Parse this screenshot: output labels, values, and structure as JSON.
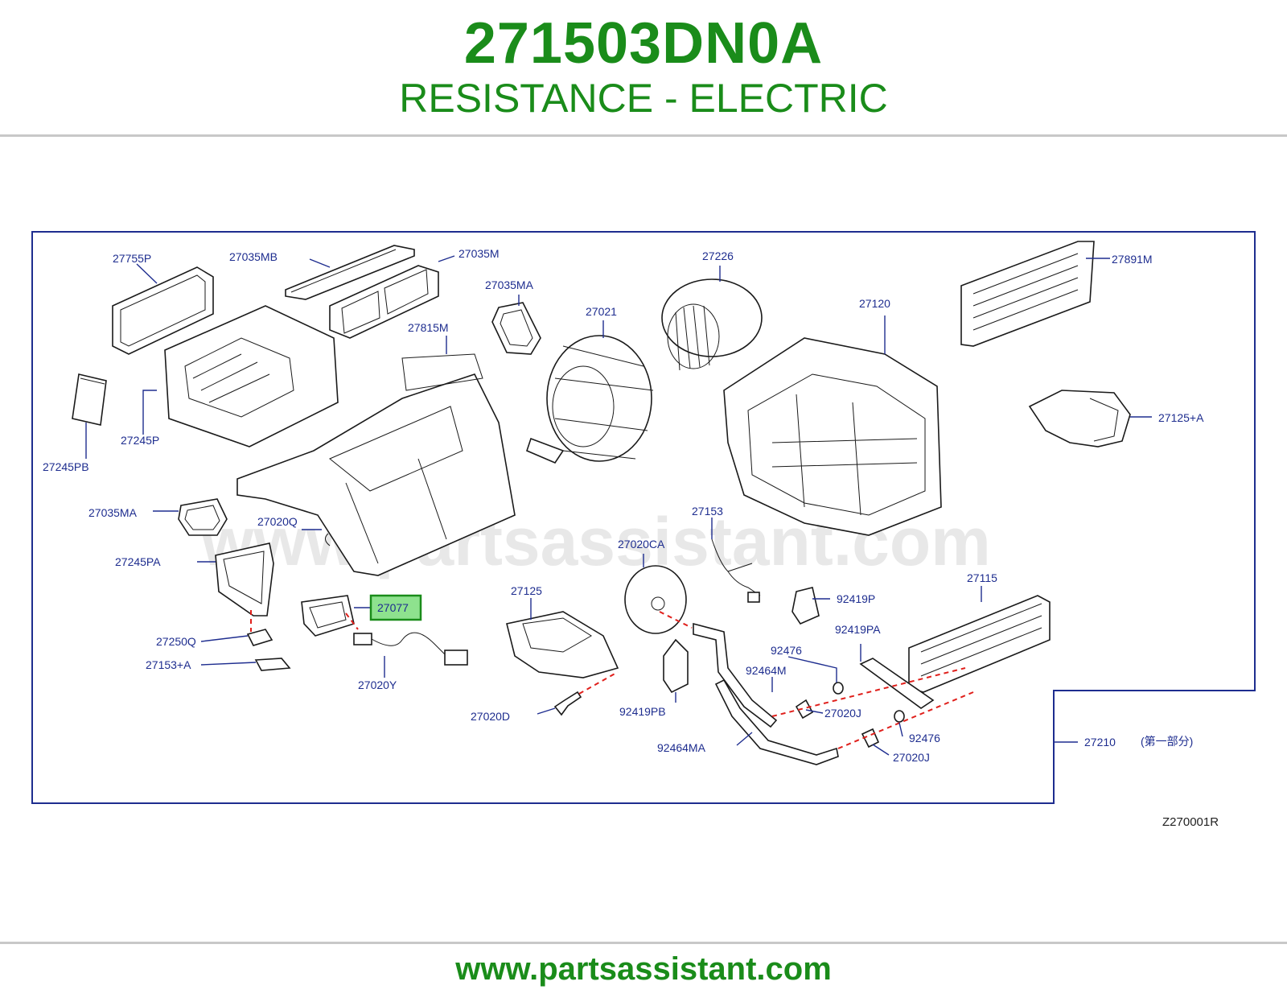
{
  "header": {
    "part_number": "271503DN0A",
    "description": "RESISTANCE - ELECTRIC"
  },
  "diagram": {
    "watermark": "www.partsassistant.com",
    "code": "Z270001R",
    "note": "(第一部分)",
    "highlight_color": "#1a8c1a",
    "label_color": "#1e2d8f",
    "callouts": [
      "27755P",
      "27035MB",
      "27035M",
      "27035MA",
      "27245PB",
      "27245P",
      "27815M",
      "27021",
      "27226",
      "27120",
      "27891M",
      "27125+A",
      "27035MA",
      "27020Q",
      "27245PA",
      "27153",
      "27020CA",
      "27077",
      "27125",
      "27250Q",
      "27153+A",
      "27020Y",
      "92419P",
      "27115",
      "92419PA",
      "92476",
      "92464M",
      "92419PB",
      "27020D",
      "27020J",
      "92464MA",
      "92476",
      "27020J",
      "27210"
    ],
    "highlighted_callout": "27077"
  },
  "footer": {
    "url": "www.partsassistant.com"
  }
}
